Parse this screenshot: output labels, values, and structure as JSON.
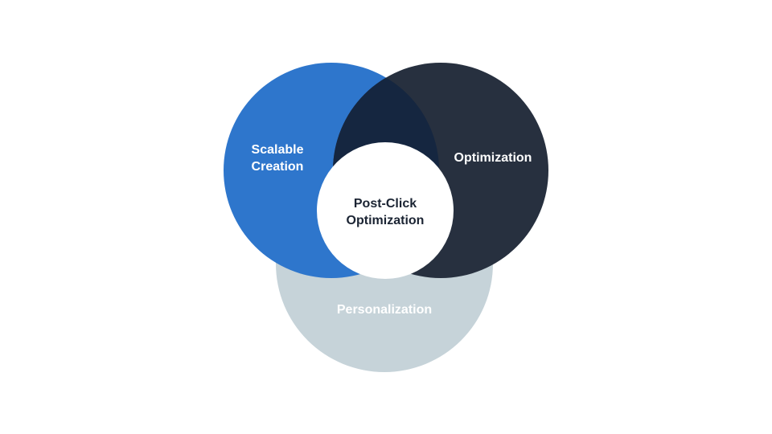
{
  "diagram": {
    "circles": {
      "scalable_creation": {
        "line1": "Scalable",
        "line2": "Creation",
        "color": "#2e76cc"
      },
      "optimization": {
        "label": "Optimization",
        "color": "#27303f"
      },
      "personalization": {
        "label": "Personalization",
        "color": "#c6d3d9"
      }
    },
    "center": {
      "line1": "Post-Click",
      "line2": "Optimization",
      "color": "#ffffff",
      "text_color": "#1b2433"
    },
    "overlap_color": "#152640"
  }
}
